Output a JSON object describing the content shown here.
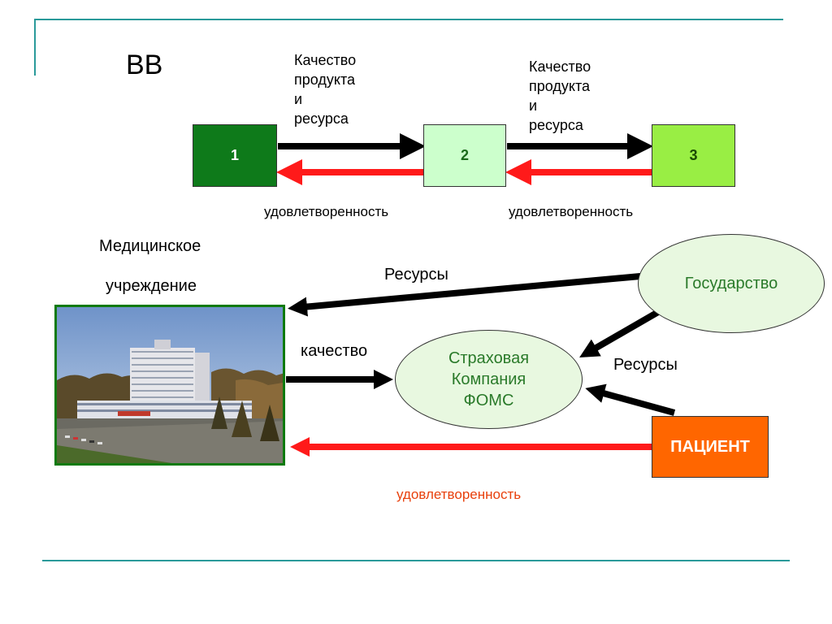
{
  "title": "ВВ",
  "chain": {
    "box1": "1",
    "box2": "2",
    "box3": "3",
    "label_quality_1": [
      "Качество",
      "продукта",
      "и",
      "ресурса"
    ],
    "label_quality_2": [
      "Качество",
      "продукта",
      "и",
      "ресурса"
    ],
    "satisfaction_1": "удовлетворенность",
    "satisfaction_2": "удовлетворенность"
  },
  "institution": {
    "label_line1": "Медицинское",
    "label_line2": "учреждение"
  },
  "labels": {
    "resources_top": "Ресурсы",
    "quality": "качество",
    "resources_right": "Ресурсы",
    "satisfaction_bottom": "удовлетворенность"
  },
  "state": "Государство",
  "insurer": [
    "Страховая",
    "Компания",
    "ФОМС"
  ],
  "patient": "ПАЦИЕНТ",
  "colors": {
    "box1": "#0e7a1a",
    "box2": "#ccffcc",
    "box3": "#99ee44",
    "patient": "#ff6600",
    "arrow_black": "#000000",
    "arrow_red": "#ff1a1a",
    "satisfaction_red_text": "#e8400c",
    "accent_line": "#2a9a9a"
  }
}
